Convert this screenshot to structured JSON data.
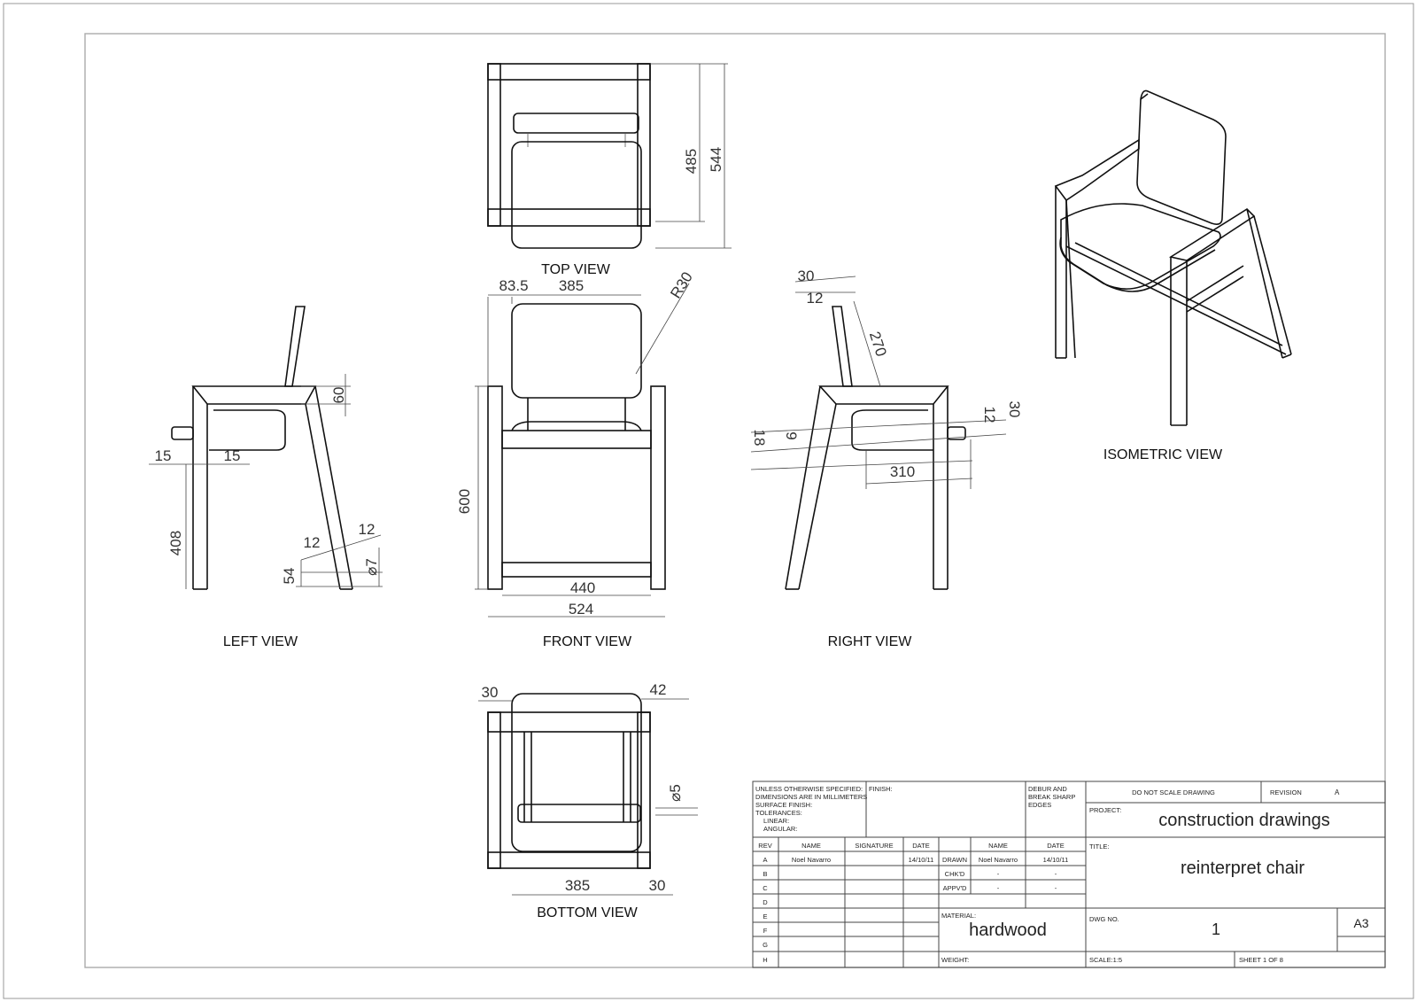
{
  "views": {
    "top": "TOP VIEW",
    "front": "FRONT VIEW",
    "left": "LEFT VIEW",
    "right": "RIGHT VIEW",
    "bottom": "BOTTOM VIEW",
    "isometric": "ISOMETRIC VIEW"
  },
  "dims": {
    "top_485": "485",
    "top_544": "544",
    "front_83_5": "83.5",
    "front_385": "385",
    "front_r30": "R30",
    "front_600": "600",
    "front_440": "440",
    "front_524": "524",
    "left_60": "60",
    "left_15a": "15",
    "left_15b": "15",
    "left_408": "408",
    "left_12a": "12",
    "left_12b": "12",
    "left_54": "54",
    "left_d7": "⌀7",
    "right_30": "30",
    "right_12": "12",
    "right_270": "270",
    "right_30b": "30",
    "right_12b": "12",
    "right_18": "18",
    "right_9": "9",
    "right_310": "310",
    "bottom_30": "30",
    "bottom_42": "42",
    "bottom_d5": "⌀5",
    "bottom_385": "385",
    "bottom_30b": "30"
  },
  "title_block": {
    "notes": [
      "UNLESS OTHERWISE SPECIFIED:",
      "DIMENSIONS ARE IN MILLIMETERS",
      "SURFACE FINISH:",
      "TOLERANCES:",
      "LINEAR:",
      "ANGULAR:"
    ],
    "finish_label": "FINISH:",
    "debur": [
      "DEBUR AND",
      "BREAK SHARP",
      "EDGES"
    ],
    "do_not_scale": "DO NOT SCALE DRAWING",
    "revision_label": "REVISION",
    "revision_value": "A",
    "project_label": "PROJECT:",
    "project_value": "construction drawings",
    "title_label": "TITLE:",
    "title_value": "reinterpret chair",
    "rev_headers": [
      "REV",
      "NAME",
      "SIGNATURE",
      "DATE"
    ],
    "rev_rows": [
      {
        "rev": "A",
        "name": "Noel Navarro",
        "sig": "",
        "date": "14/10/11"
      },
      {
        "rev": "B",
        "name": "",
        "sig": "",
        "date": ""
      },
      {
        "rev": "C",
        "name": "",
        "sig": "",
        "date": ""
      },
      {
        "rev": "D",
        "name": "",
        "sig": "",
        "date": ""
      },
      {
        "rev": "E",
        "name": "",
        "sig": "",
        "date": ""
      },
      {
        "rev": "F",
        "name": "",
        "sig": "",
        "date": ""
      },
      {
        "rev": "G",
        "name": "",
        "sig": "",
        "date": ""
      },
      {
        "rev": "H",
        "name": "",
        "sig": "",
        "date": ""
      }
    ],
    "appr_headers": [
      "NAME",
      "DATE"
    ],
    "appr_rows": [
      {
        "role": "DRAWN",
        "name": "Noel Navarro",
        "date": "14/10/11"
      },
      {
        "role": "CHK'D",
        "name": "-",
        "date": "-"
      },
      {
        "role": "APPV'D",
        "name": "-",
        "date": "-"
      }
    ],
    "material_label": "MATERIAL:",
    "material_value": "hardwood",
    "weight_label": "WEIGHT:",
    "dwg_label": "DWG NO.",
    "dwg_value": "1",
    "size_value": "A3",
    "scale_value": "SCALE:1:5",
    "sheet_value": "SHEET 1 OF 8"
  }
}
